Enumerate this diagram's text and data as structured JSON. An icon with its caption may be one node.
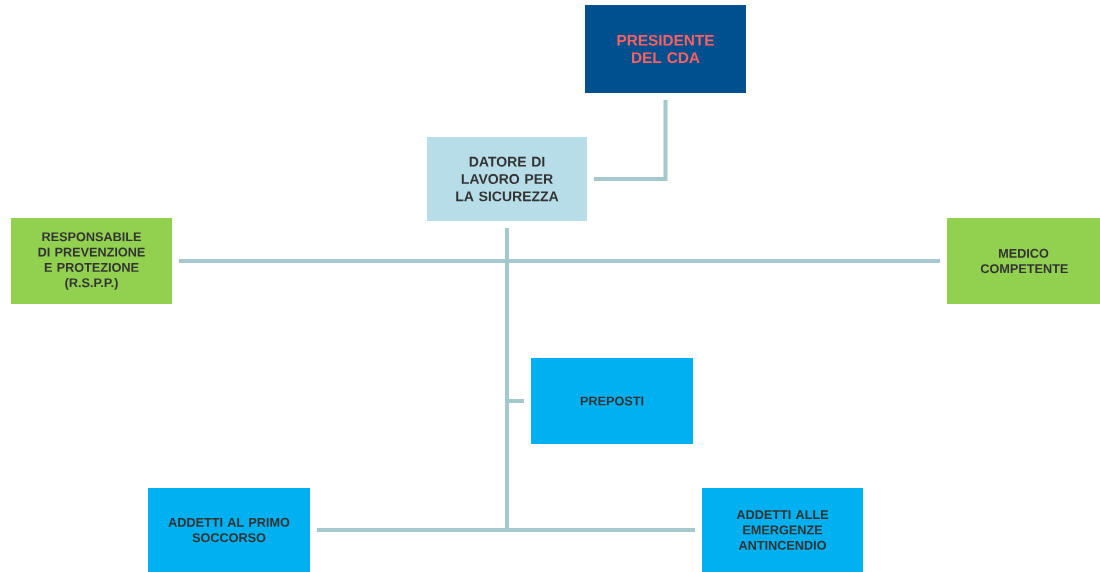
{
  "diagram": {
    "nodes": [
      {
        "text": [
          "PRESIDENTE DEL CDA"
        ]
      },
      {
        "text": [
          "DATORE DI LAVORO PER LA SICUREZZA"
        ]
      },
      {
        "text": [
          "RESPONSABILE DI PREVENZIONE E PROTEZIONE (R.S.P.P.)"
        ]
      },
      {
        "text": [
          "MEDICO COMPETENTE"
        ]
      },
      {
        "text": [
          "PREPOSTI"
        ]
      },
      {
        "text": [
          "ADDETTI AL PRIMO SOCCORSO"
        ]
      },
      {
        "text": [
          "ADDETTI ALLE EMERGENZE ANTINCENDIO"
        ]
      }
    ],
    "edges": [
      {
        "from": 0,
        "to": 1,
        "arrow": "none"
      },
      {
        "from": 1,
        "to": 2,
        "arrow": "none"
      },
      {
        "from": 1,
        "to": 3,
        "arrow": "none"
      },
      {
        "from": 1,
        "to": 4,
        "arrow": "none"
      },
      {
        "from": 1,
        "to": 5,
        "arrow": "none"
      },
      {
        "from": 1,
        "to": 6,
        "arrow": "none"
      }
    ]
  }
}
